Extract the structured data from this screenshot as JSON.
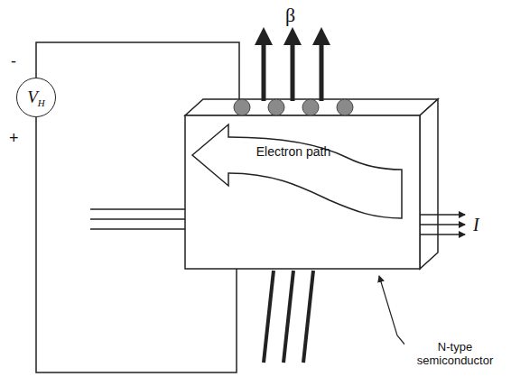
{
  "diagram": {
    "nodes": [
      {
        "text": [
          "V",
          "H"
        ]
      },
      {
        "text": [
          "Electron path"
        ]
      }
    ],
    "labels": [
      "β",
      "-",
      "+",
      "I",
      "N-type semiconductor"
    ]
  }
}
